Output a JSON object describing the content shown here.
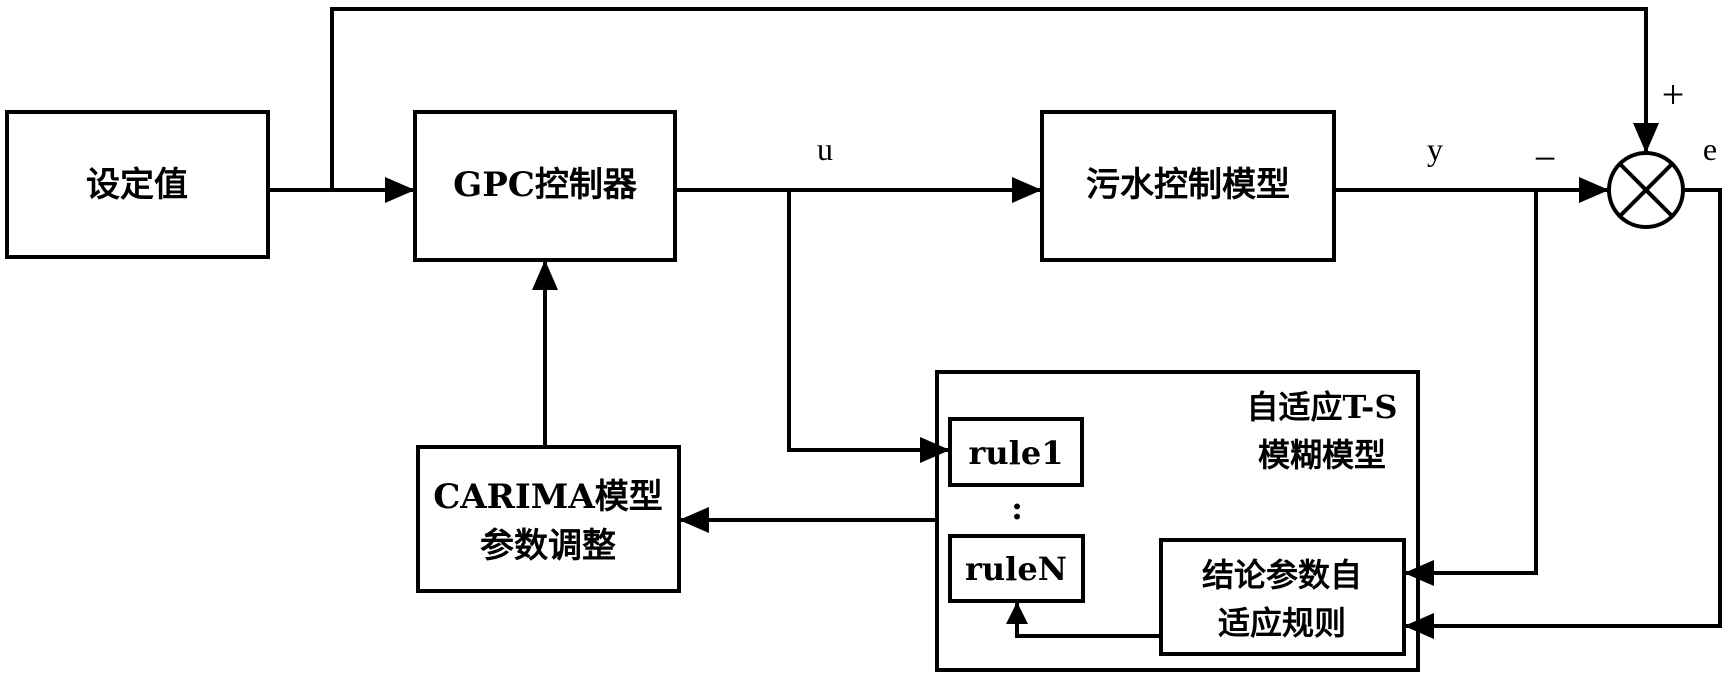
{
  "blocks": {
    "setpoint": "设定值",
    "gpc": "GPC控制器",
    "plant": "污水控制模型",
    "carima_line1": "CARIMA模型",
    "carima_line2": "参数调整",
    "ts_title_line1": "自适应T-S",
    "ts_title_line2": "模糊模型",
    "rule1": "rule1",
    "rule_dots": ":",
    "ruleN": "ruleN",
    "adapt_line1": "结论参数自",
    "adapt_line2": "适应规则"
  },
  "signals": {
    "u": "u",
    "y": "y",
    "e": "e",
    "plus": "+",
    "minus": "−"
  }
}
